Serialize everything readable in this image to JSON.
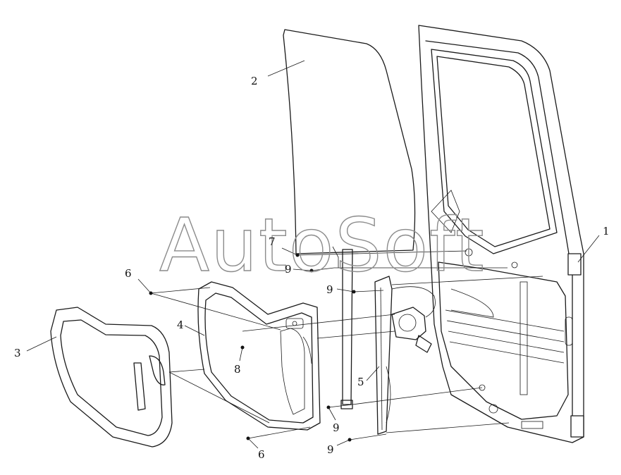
{
  "watermark": {
    "text": "AutoSoft",
    "color": "#8c8c8c"
  },
  "callouts": [
    {
      "id": "1",
      "label": "1"
    },
    {
      "id": "2",
      "label": "2"
    },
    {
      "id": "3",
      "label": "3"
    },
    {
      "id": "4",
      "label": "4"
    },
    {
      "id": "5",
      "label": "5"
    },
    {
      "id": "6a",
      "label": "6"
    },
    {
      "id": "6b",
      "label": "6"
    },
    {
      "id": "7",
      "label": "7"
    },
    {
      "id": "8",
      "label": "8"
    },
    {
      "id": "9a",
      "label": "9"
    },
    {
      "id": "9b",
      "label": "9"
    },
    {
      "id": "9c",
      "label": "9"
    },
    {
      "id": "9d",
      "label": "9"
    }
  ],
  "colors": {
    "line": "#1a1a1a",
    "background": "#ffffff"
  }
}
